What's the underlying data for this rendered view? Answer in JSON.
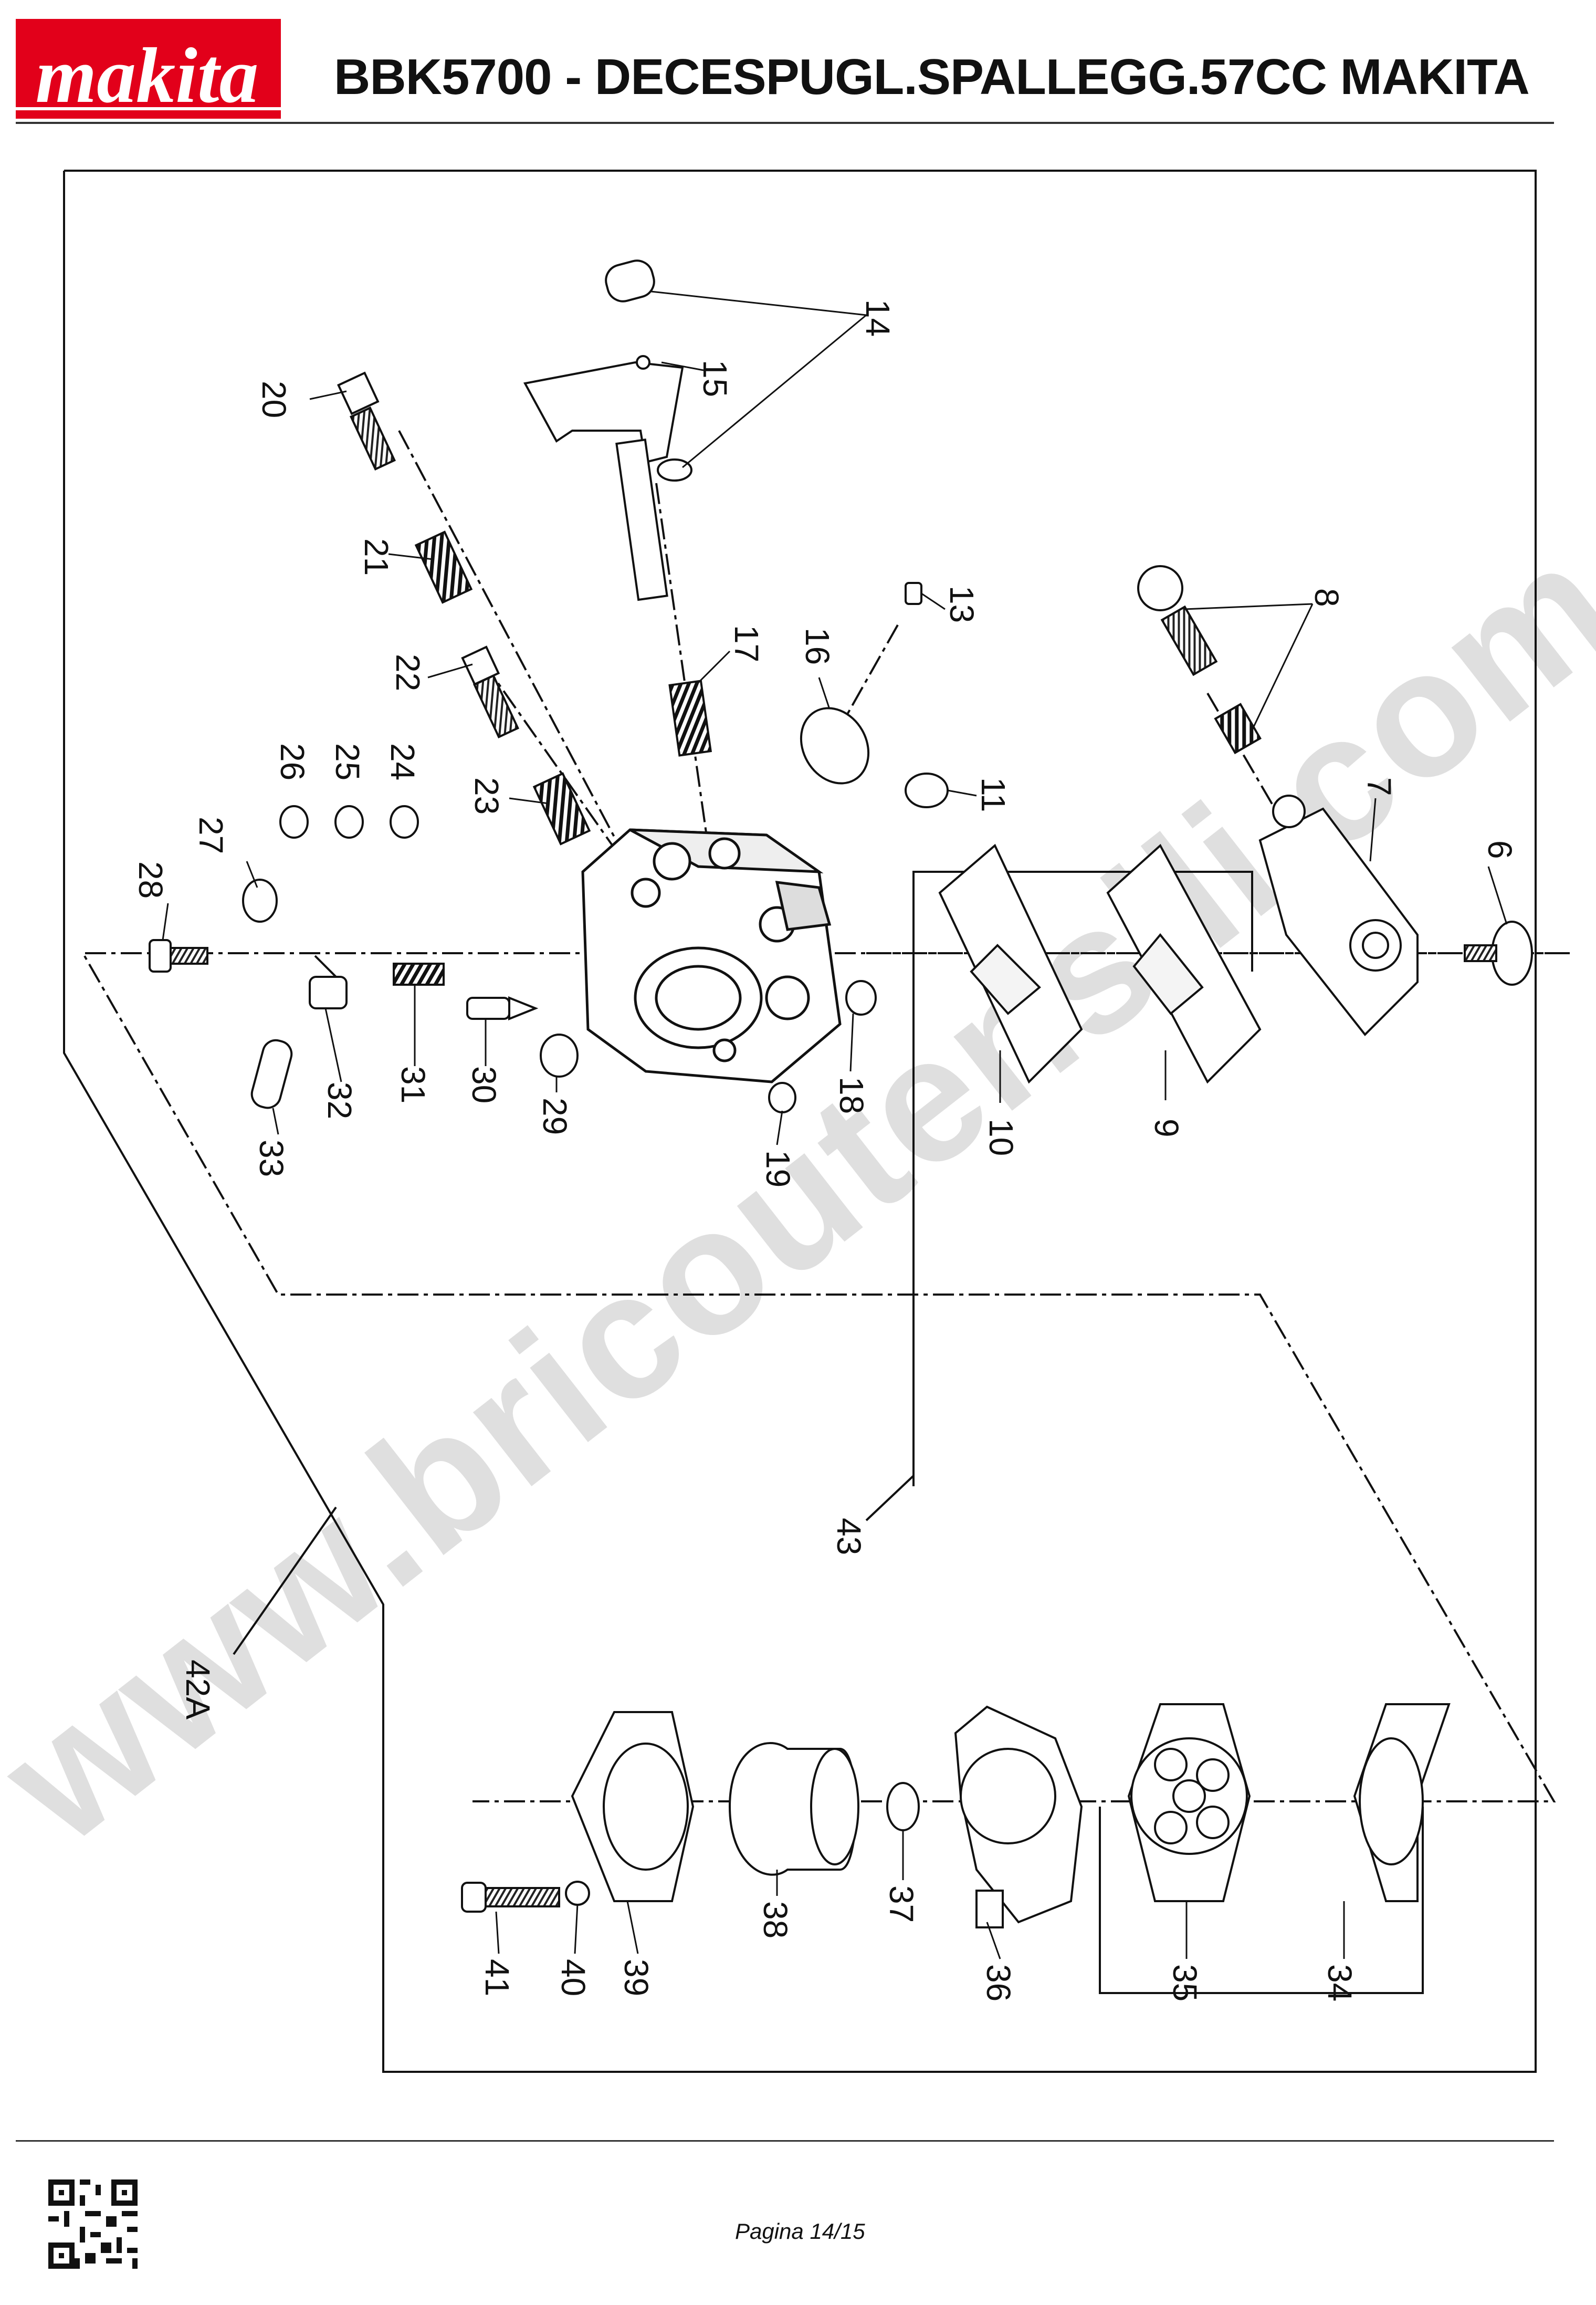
{
  "header": {
    "brand": "makita",
    "title": "BBK5700 - DECESPUGL.SPALLEGG.57CC MAKITA"
  },
  "diagram": {
    "callouts": {
      "p6": "6",
      "p7": "7",
      "p8": "8",
      "p9": "9",
      "p10": "10",
      "p11": "11",
      "p13": "13",
      "p14": "14",
      "p15": "15",
      "p16": "16",
      "p17": "17",
      "p18": "18",
      "p19": "19",
      "p20": "20",
      "p21": "21",
      "p22": "22",
      "p23": "23",
      "p24": "24",
      "p25": "25",
      "p26": "26",
      "p27": "27",
      "p28": "28",
      "p29": "29",
      "p30": "30",
      "p31": "31",
      "p32": "32",
      "p33": "33",
      "p34": "34",
      "p35": "35",
      "p36": "36",
      "p37": "37",
      "p38": "38",
      "p39": "39",
      "p40": "40",
      "p41": "41",
      "p42A": "42A",
      "p43": "43"
    }
  },
  "watermark": "www.bricoutensili.com",
  "footer": {
    "page": "Pagina 14/15"
  },
  "colors": {
    "brand_red": "#e2001a",
    "ink": "#111111"
  }
}
